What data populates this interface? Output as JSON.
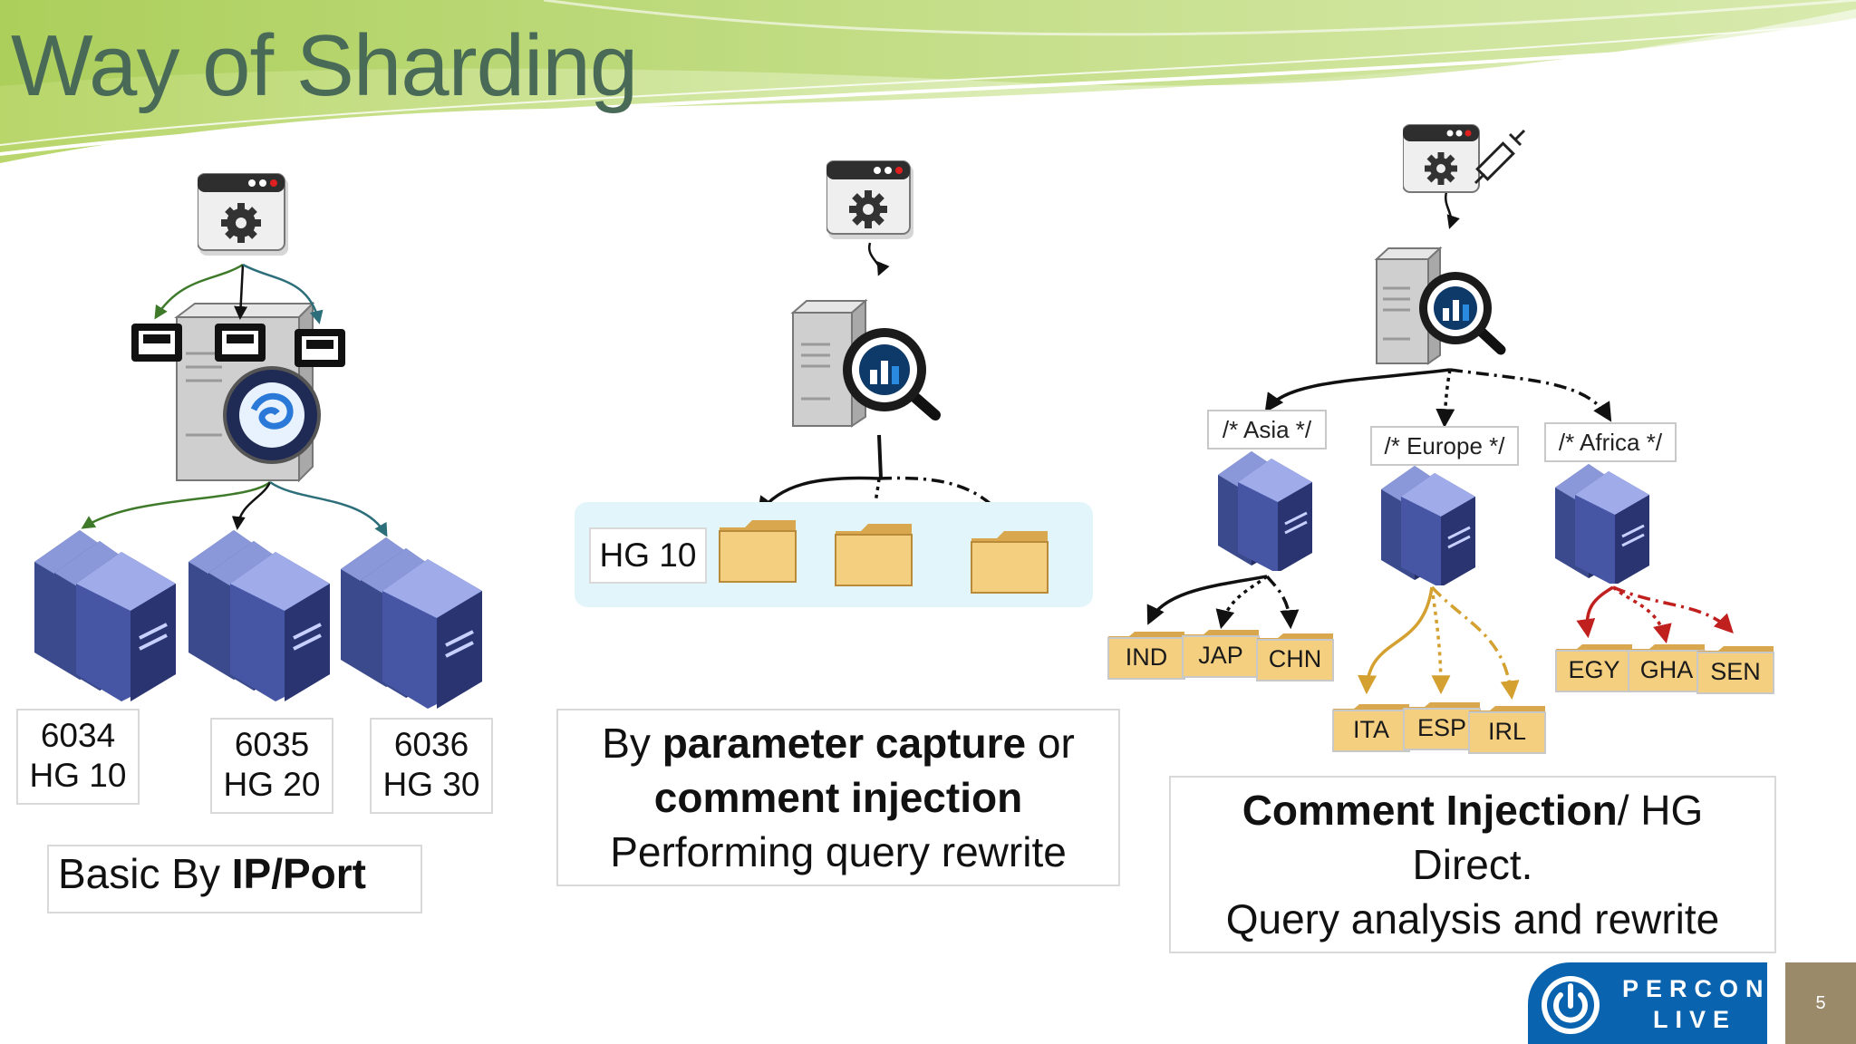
{
  "slide": {
    "title": "Way of Sharding",
    "page_number": "5"
  },
  "left": {
    "ports": [
      {
        "port": "6034",
        "hg": "HG 10"
      },
      {
        "port": "6035",
        "hg": "HG 20"
      },
      {
        "port": "6036",
        "hg": "HG 30"
      }
    ],
    "caption_plain": "Basic By ",
    "caption_bold": "IP/Port"
  },
  "middle": {
    "hg_label": "HG 10",
    "caption_line1_pre": "By ",
    "caption_line1_bold": "parameter capture",
    "caption_line1_post": " or",
    "caption_line2_bold": "comment injection",
    "caption_line3": "Performing query rewrite"
  },
  "right": {
    "regions": [
      {
        "comment": "/* Asia */",
        "countries": [
          "IND",
          "JAP",
          "CHN"
        ],
        "color": "#111111"
      },
      {
        "comment": "/* Europe */",
        "countries": [
          "ITA",
          "ESP",
          "IRL"
        ],
        "color": "#d4a030"
      },
      {
        "comment": "/* Africa */",
        "countries": [
          "EGY",
          "GHA",
          "SEN"
        ],
        "color": "#c0201e"
      }
    ],
    "caption_bold": "Comment Injection",
    "caption_line1_post": "/ HG",
    "caption_line2": "Direct.",
    "caption_line3": "Query analysis and rewrite"
  },
  "logo": {
    "line1": "PERCONA",
    "line2": "LIVE"
  },
  "colors": {
    "title": "#4a6a58",
    "accent_green": "#3f7a2a",
    "accent_teal": "#2c6e7a",
    "folder": "#f5cf80",
    "hg_panel": "#e2f5fb",
    "logo_blue": "#0a63ae"
  },
  "icons": {
    "app_window": "gear-window-icon",
    "proxy": "proxysql-server-icon",
    "analyzer": "magnifier-server-icon",
    "database": "database-server-icon",
    "network": "ethernet-port-icon",
    "injection": "syringe-icon",
    "folder": "folder-icon"
  }
}
